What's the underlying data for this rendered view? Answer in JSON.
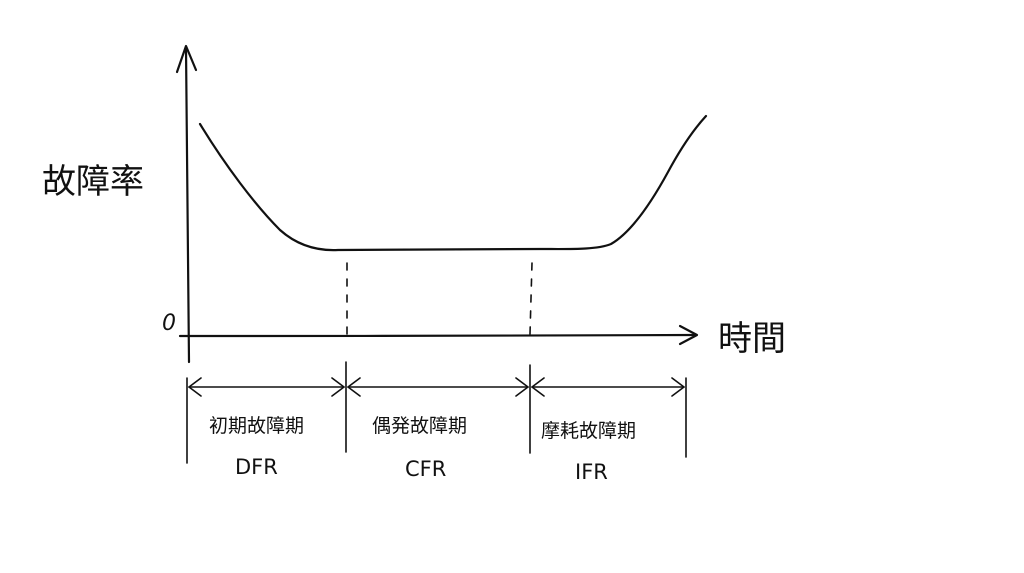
{
  "axes": {
    "y_label": "故障率",
    "x_label": "時間",
    "origin_label": "0"
  },
  "periods": [
    {
      "name": "初期故障期",
      "code": "DFR"
    },
    {
      "name": "偶発故障期",
      "code": "CFR"
    },
    {
      "name": "摩耗故障期",
      "code": "IFR"
    }
  ]
}
